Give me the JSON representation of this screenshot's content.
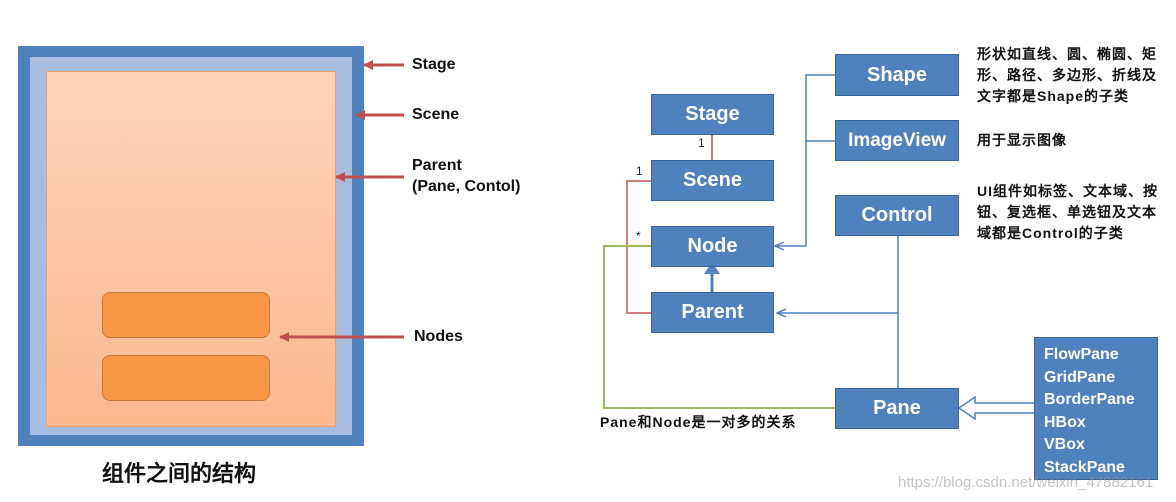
{
  "left_diagram": {
    "labels": {
      "stage": "Stage",
      "scene": "Scene",
      "parent": "Parent",
      "parent_sub": "(Pane, Contol)",
      "nodes": "Nodes"
    },
    "caption": "组件之间的结构"
  },
  "right_diagram": {
    "boxes": {
      "stage": "Stage",
      "scene": "Scene",
      "node": "Node",
      "parent": "Parent",
      "shape": "Shape",
      "imageview": "ImageView",
      "control": "Control",
      "pane": "Pane"
    },
    "pane_types": [
      "FlowPane",
      "GridPane",
      "BorderPane",
      "HBox",
      "VBox",
      "StackPane"
    ],
    "multiplicity": {
      "stage_scene": "1",
      "scene_left": "1",
      "node_many": "*"
    },
    "notes": {
      "shape": "形状如直线、圆、椭圆、矩形、路径、多边形、折线及文字都是Shape的子类",
      "imageview": "用于显示图像",
      "control": "UI组件如标签、文本域、按钮、复选框、单选钮及文本域都是Control的子类",
      "pane_node": "Pane和Node是一对多的关系"
    }
  },
  "watermark": "https://blog.csdn.net/weixin_47882161",
  "colors": {
    "frame_blue": "#4f81bd",
    "scene_light": "#a7bde0",
    "parent_fill": "#fbbf98",
    "node_orange": "#f79646",
    "arrow_red": "#c0504d",
    "line_green": "#9bbb59"
  }
}
